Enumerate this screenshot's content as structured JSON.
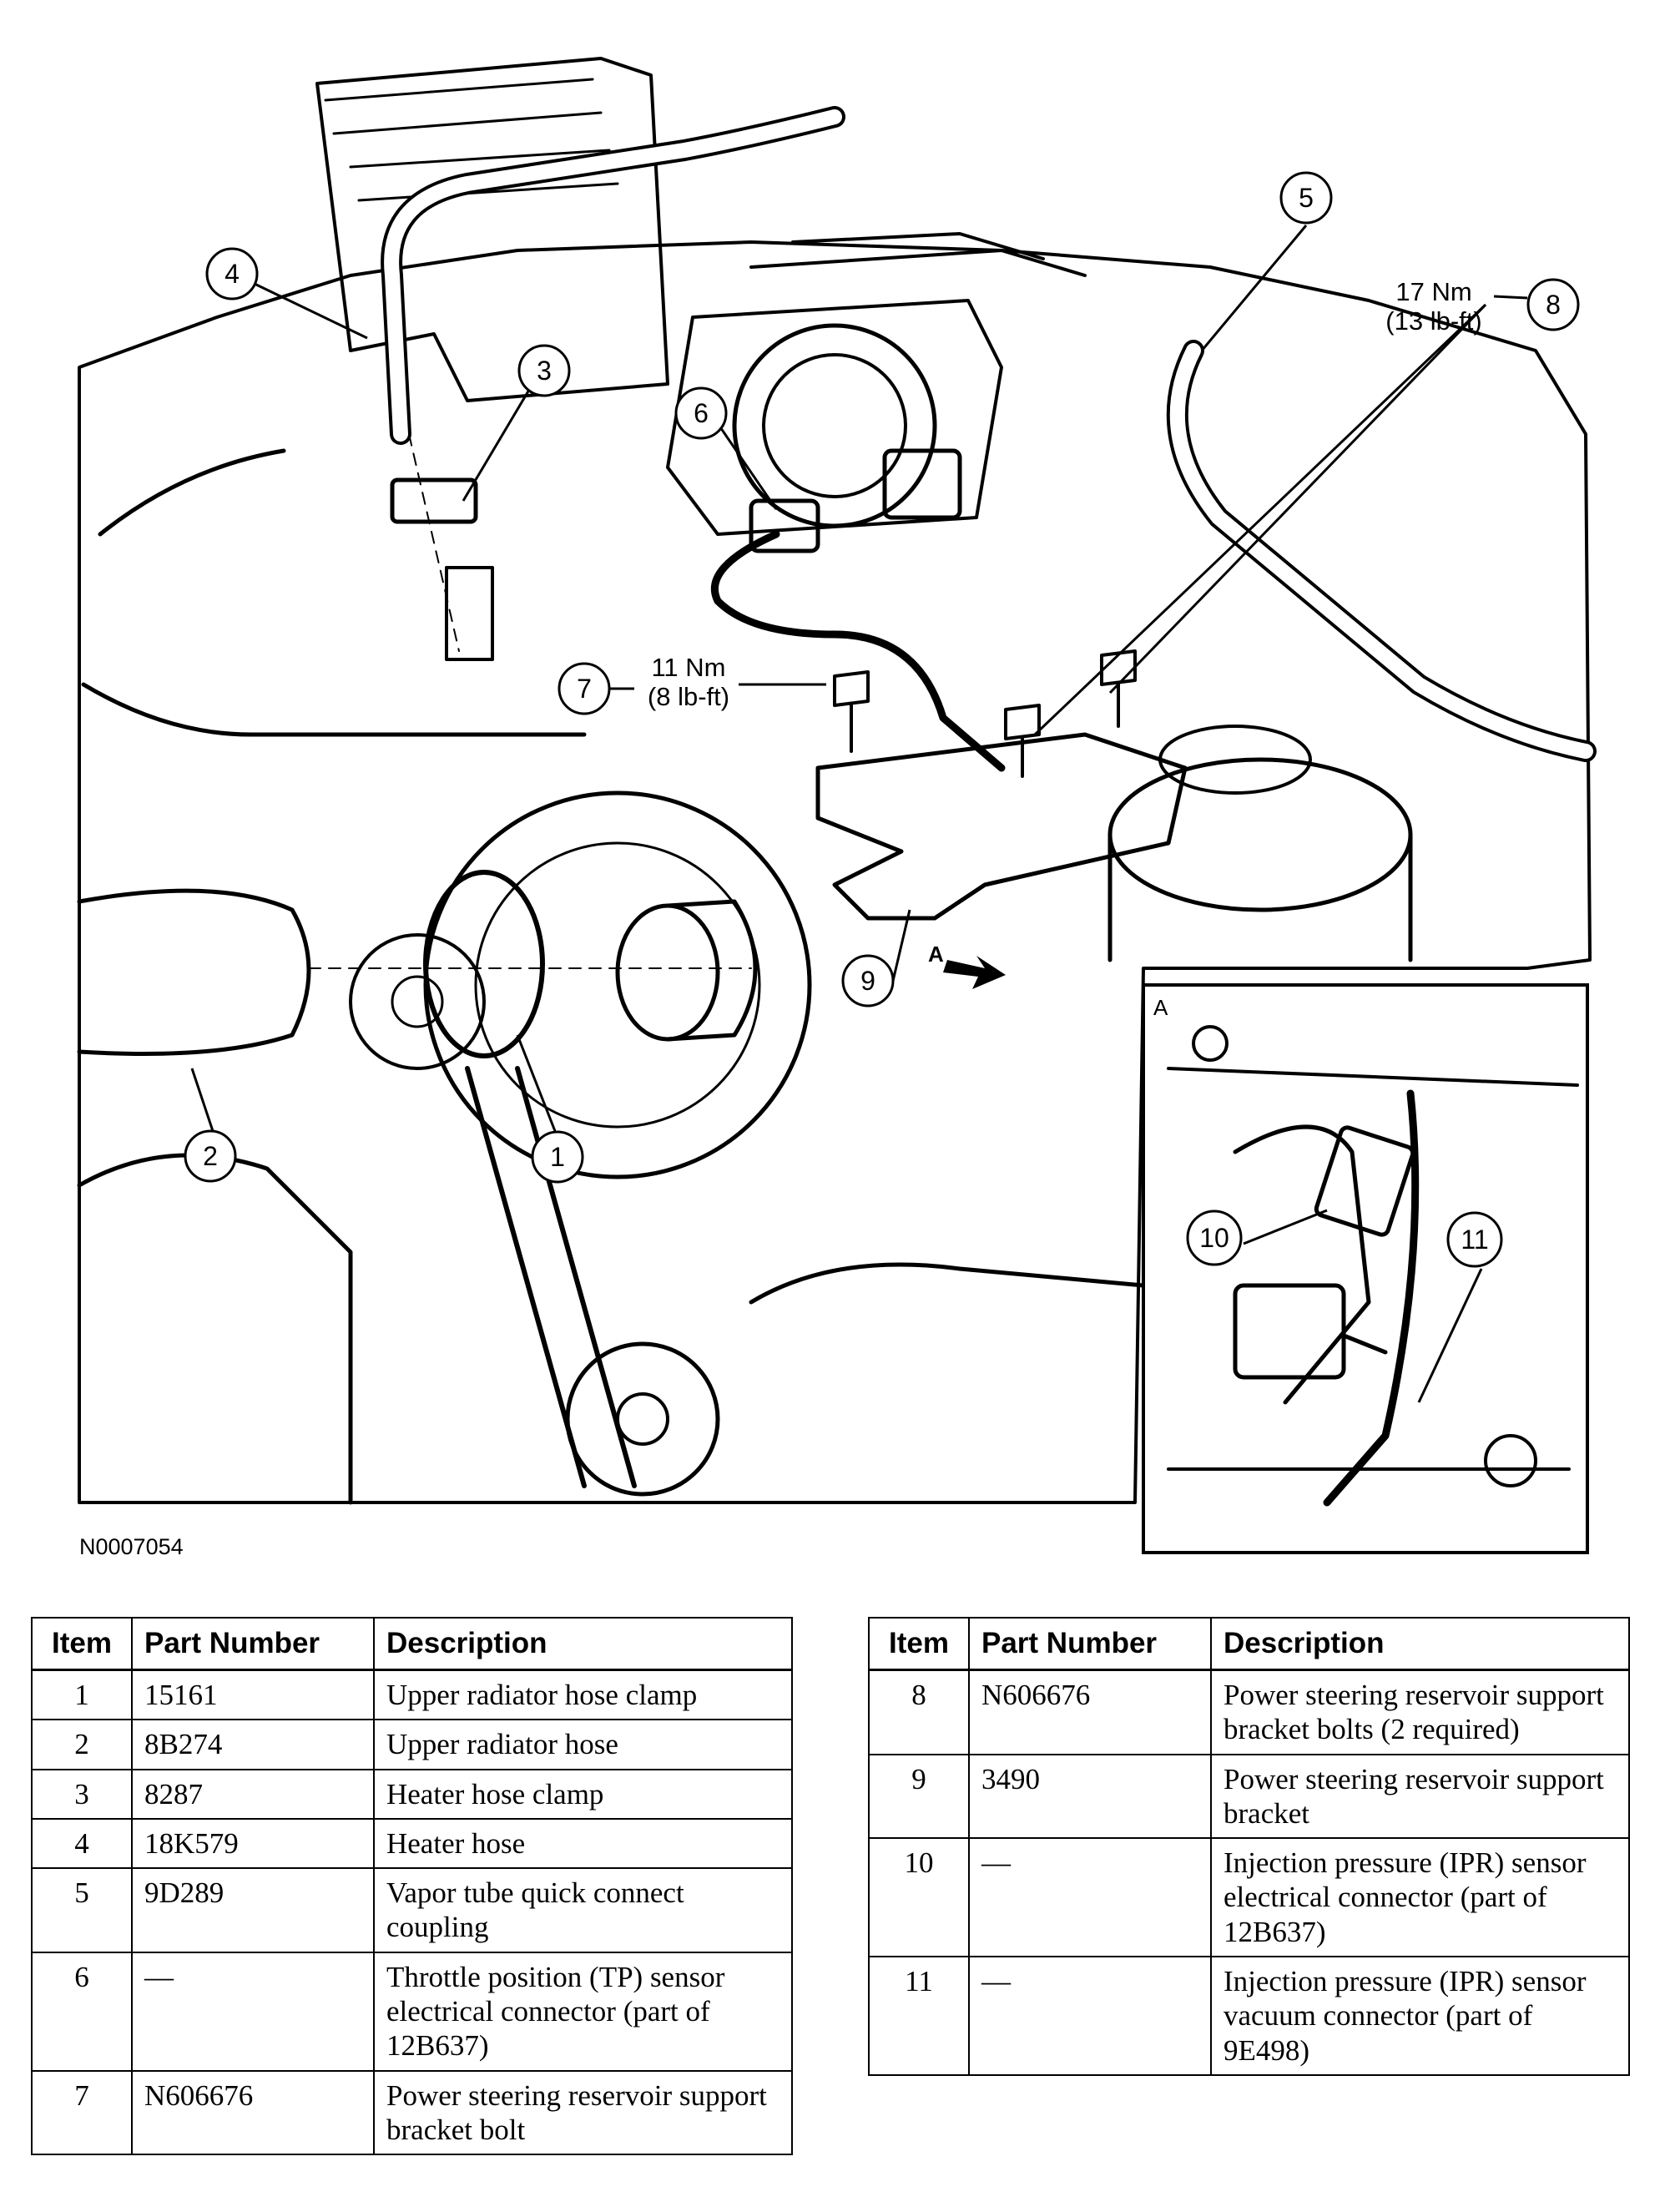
{
  "figure_id": "N0007054",
  "callouts": [
    "1",
    "2",
    "3",
    "4",
    "5",
    "6",
    "7",
    "8",
    "9",
    "10",
    "11"
  ],
  "torque_7": {
    "nm": "11 Nm",
    "lbft": "(8 lb-ft)"
  },
  "torque_8": {
    "nm": "17 Nm",
    "lbft": "(13 lb-ft)"
  },
  "view_label": "A",
  "inset_label": "A",
  "table_headers": {
    "item": "Item",
    "part_number": "Part Number",
    "description": "Description"
  },
  "table_left": [
    {
      "item": "1",
      "part_number": "15161",
      "description": "Upper radiator hose clamp"
    },
    {
      "item": "2",
      "part_number": "8B274",
      "description": "Upper radiator hose"
    },
    {
      "item": "3",
      "part_number": "8287",
      "description": "Heater hose clamp"
    },
    {
      "item": "4",
      "part_number": "18K579",
      "description": "Heater hose"
    },
    {
      "item": "5",
      "part_number": "9D289",
      "description": "Vapor tube quick connect coupling"
    },
    {
      "item": "6",
      "part_number": "—",
      "description": "Throttle position (TP) sensor electrical connector (part of 12B637)"
    },
    {
      "item": "7",
      "part_number": "N606676",
      "description": "Power steering reservoir support bracket bolt"
    }
  ],
  "table_right": [
    {
      "item": "8",
      "part_number": "N606676",
      "description": "Power steering reservoir support bracket bolts (2 required)"
    },
    {
      "item": "9",
      "part_number": "3490",
      "description": "Power steering reservoir support bracket"
    },
    {
      "item": "10",
      "part_number": "—",
      "description": "Injection pressure (IPR) sensor electrical connector (part of 12B637)"
    },
    {
      "item": "11",
      "part_number": "—",
      "description": "Injection pressure (IPR) sensor vacuum connector (part of 9E498)"
    }
  ]
}
